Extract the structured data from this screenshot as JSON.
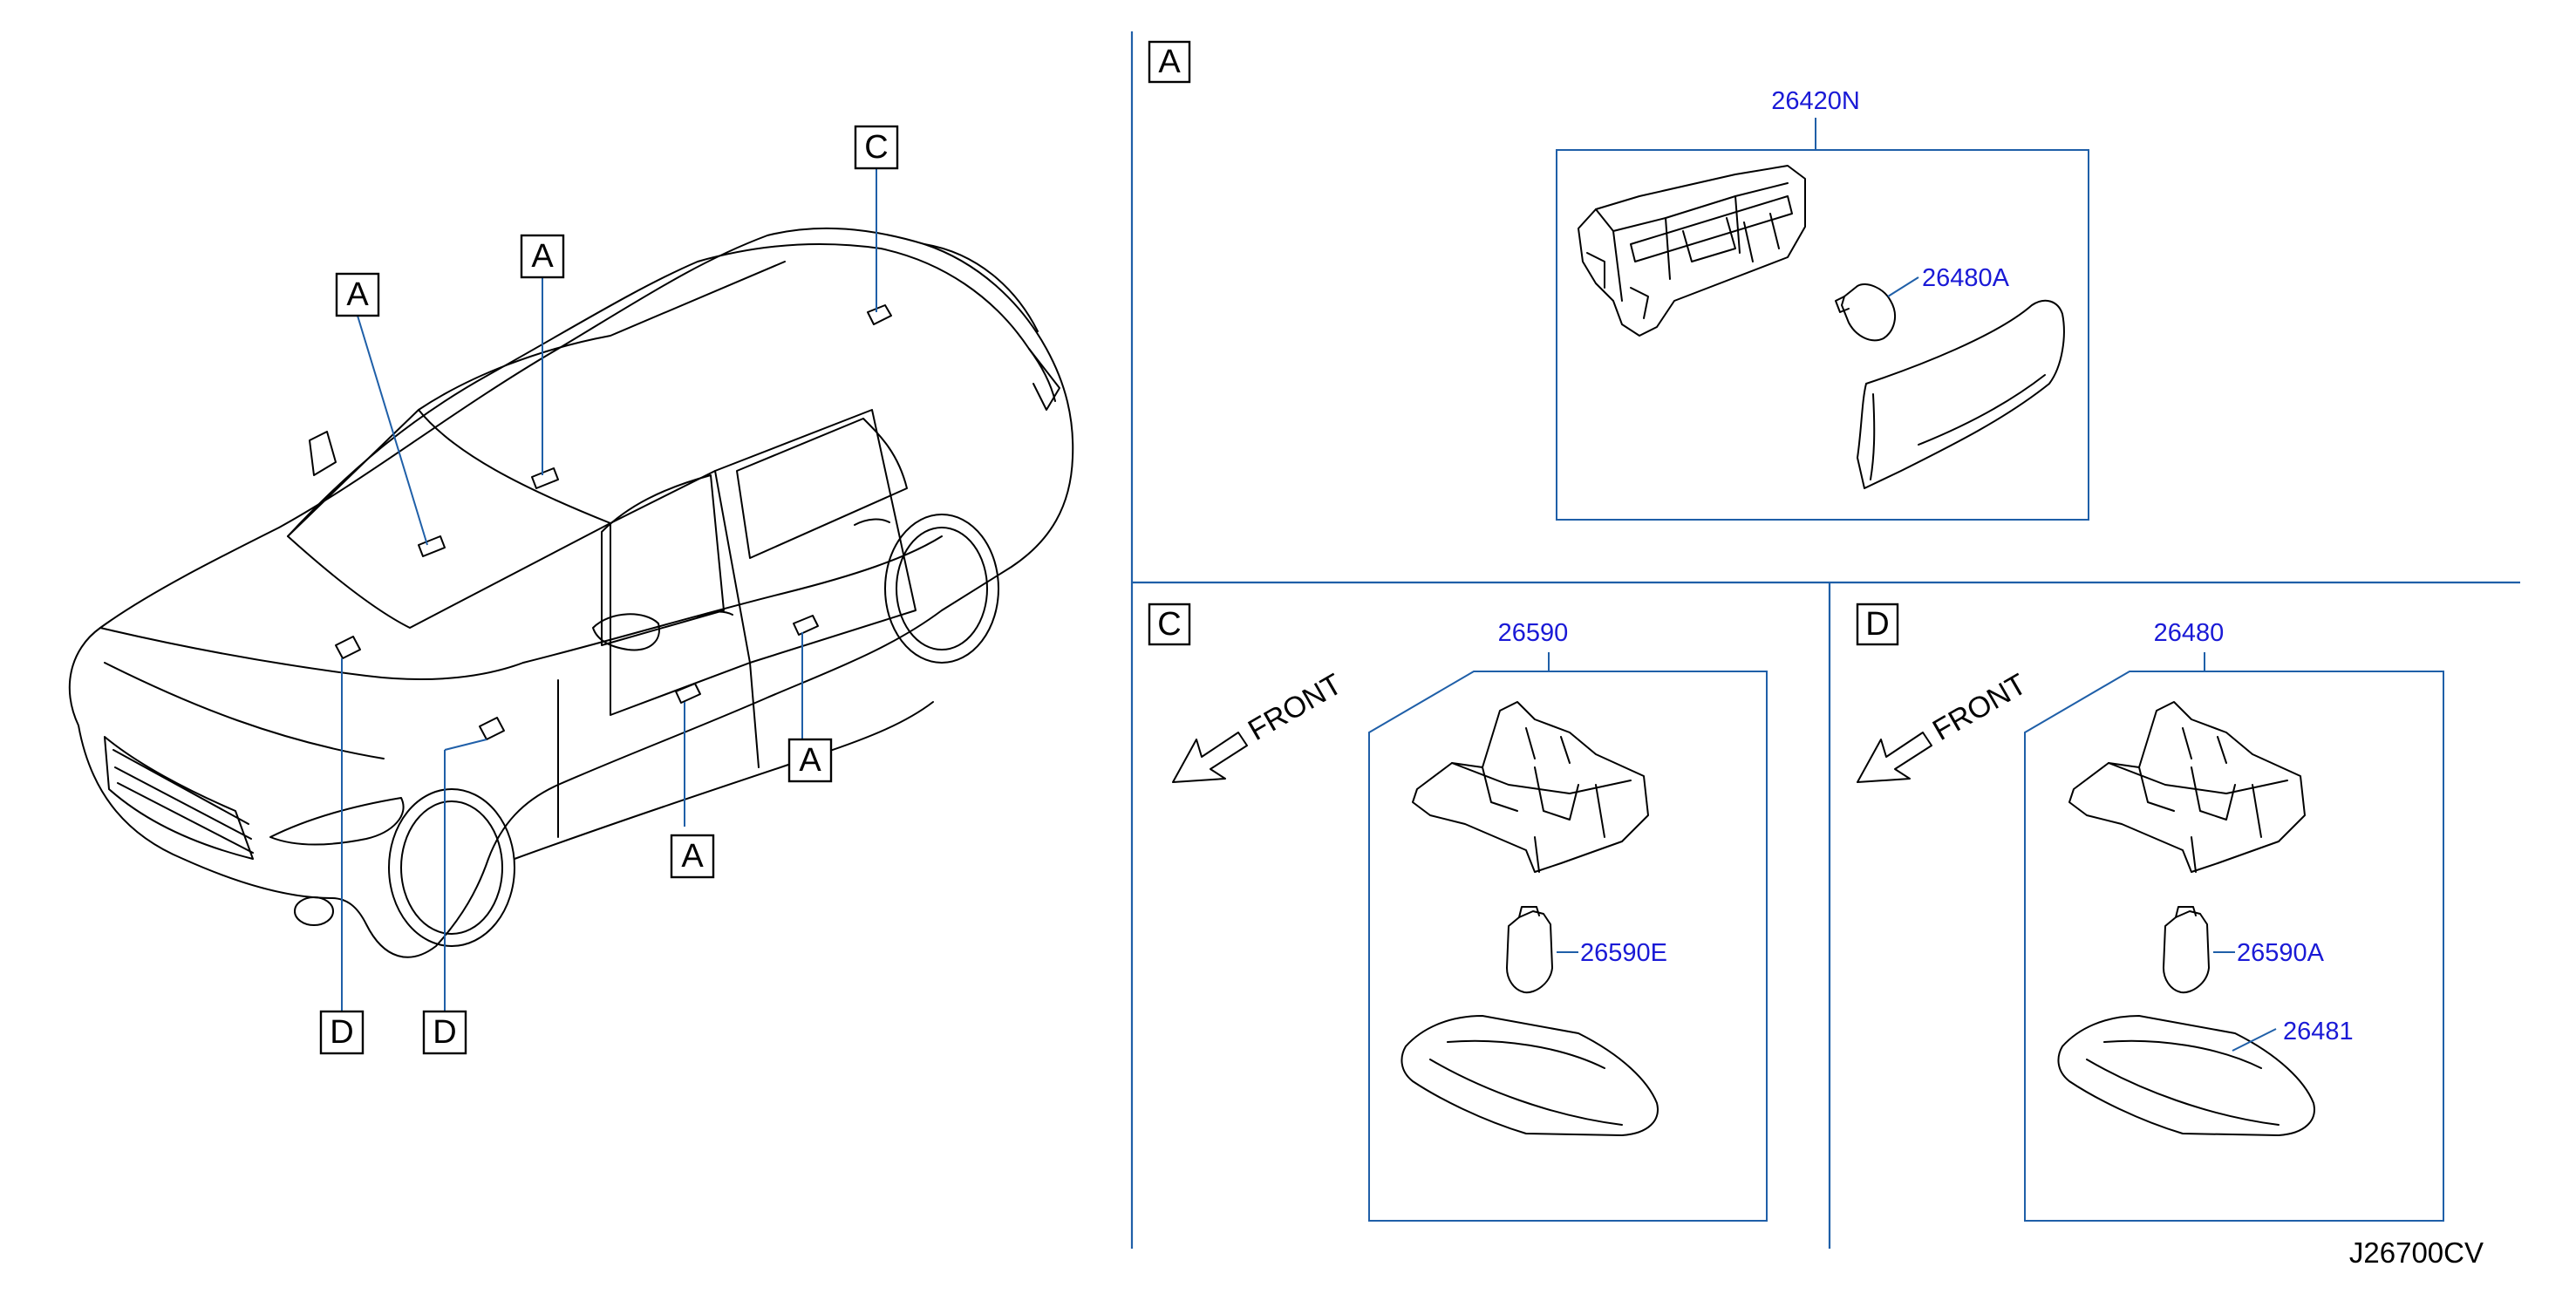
{
  "colors": {
    "ink": "#000000",
    "leader": "#1f5fa8",
    "part_number": "#1a1ad6",
    "background": "#ffffff"
  },
  "car_view": {
    "callouts": [
      {
        "id": "callout-a-front-roof",
        "letter": "A"
      },
      {
        "id": "callout-a-rear-roof",
        "letter": "A"
      },
      {
        "id": "callout-c-trunk",
        "letter": "C"
      },
      {
        "id": "callout-a-rear-door",
        "letter": "A"
      },
      {
        "id": "callout-a-front-door",
        "letter": "A"
      },
      {
        "id": "callout-d-hood",
        "letter": "D"
      },
      {
        "id": "callout-d-fender",
        "letter": "D"
      }
    ]
  },
  "section_a": {
    "letter": "A",
    "parts": [
      {
        "id": "assembly",
        "number": "26420N"
      },
      {
        "id": "bulb",
        "number": "26480A"
      }
    ]
  },
  "section_c": {
    "letter": "C",
    "front_label": "FRONT",
    "parts": [
      {
        "id": "assembly",
        "number": "26590"
      },
      {
        "id": "bulb",
        "number": "26590E"
      }
    ]
  },
  "section_d": {
    "letter": "D",
    "front_label": "FRONT",
    "parts": [
      {
        "id": "assembly",
        "number": "26480"
      },
      {
        "id": "bulb",
        "number": "26590A"
      },
      {
        "id": "lens",
        "number": "26481"
      }
    ]
  },
  "diagram_code": "J26700CV"
}
